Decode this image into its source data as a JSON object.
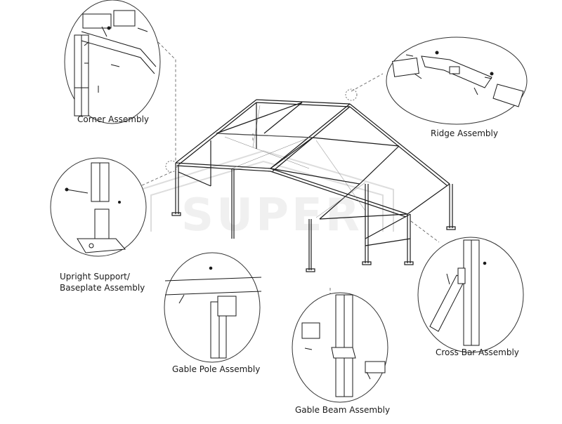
{
  "watermark": "SUPER",
  "labels": {
    "corner": "Corner Assembly",
    "ridge": "Ridge Assembly",
    "upright_line1": "Upright Support/",
    "upright_line2": "Baseplate Assembly",
    "gable_pole": "Gable Pole Assembly",
    "gable_beam": "Gable Beam Assembly",
    "cross_bar": "Cross Bar Assembly"
  },
  "colors": {
    "line": "#1a1a1a",
    "leader": "#555555",
    "fill": "#ffffff"
  }
}
